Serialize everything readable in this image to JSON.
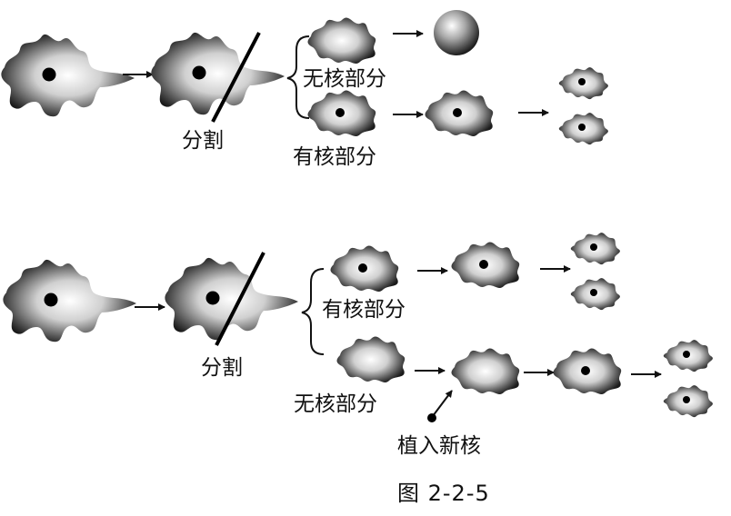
{
  "labels": {
    "cut_top": "分割",
    "cut_bottom": "分割",
    "top_anucleate": "无核部分",
    "top_nucleate": "有核部分",
    "bottom_nucleate": "有核部分",
    "bottom_anucleate": "无核部分",
    "implant_nucleus": "植入新核"
  },
  "caption": "图 2-2-5"
}
